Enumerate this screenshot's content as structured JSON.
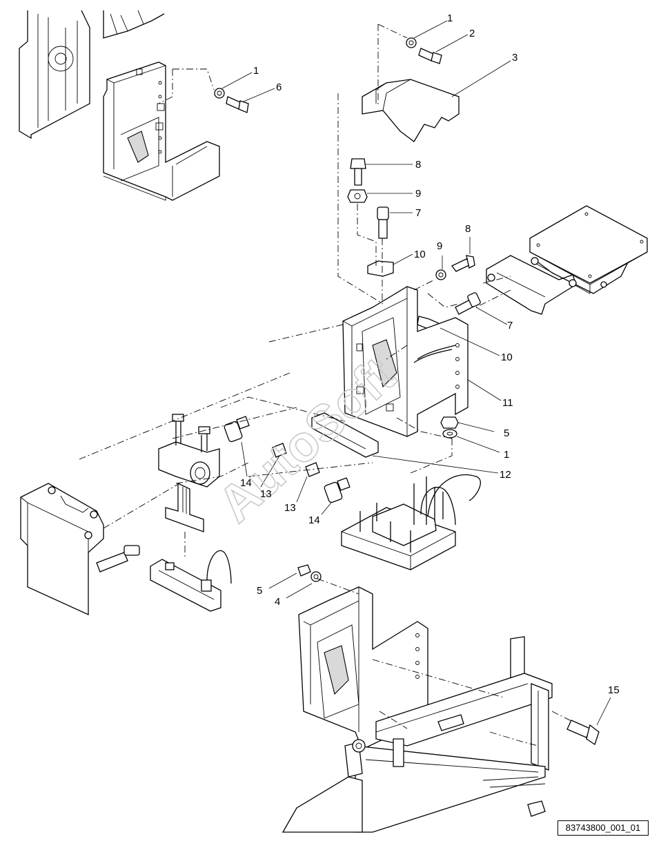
{
  "watermark": "AutoSoft",
  "reference_code": "83743800_001_01",
  "callouts": [
    {
      "id": "callout-1a",
      "text": "1"
    },
    {
      "id": "callout-2",
      "text": "2"
    },
    {
      "id": "callout-3",
      "text": "3"
    },
    {
      "id": "callout-1b",
      "text": "1"
    },
    {
      "id": "callout-6",
      "text": "6"
    },
    {
      "id": "callout-8a",
      "text": "8"
    },
    {
      "id": "callout-9a",
      "text": "9"
    },
    {
      "id": "callout-7a",
      "text": "7"
    },
    {
      "id": "callout-10a",
      "text": "10"
    },
    {
      "id": "callout-9b",
      "text": "9"
    },
    {
      "id": "callout-8b",
      "text": "8"
    },
    {
      "id": "callout-7b",
      "text": "7"
    },
    {
      "id": "callout-10b",
      "text": "10"
    },
    {
      "id": "callout-11",
      "text": "11"
    },
    {
      "id": "callout-5a",
      "text": "5"
    },
    {
      "id": "callout-1c",
      "text": "1"
    },
    {
      "id": "callout-12",
      "text": "12"
    },
    {
      "id": "callout-14a",
      "text": "14"
    },
    {
      "id": "callout-13a",
      "text": "13"
    },
    {
      "id": "callout-13b",
      "text": "13"
    },
    {
      "id": "callout-14b",
      "text": "14"
    },
    {
      "id": "callout-5b",
      "text": "5"
    },
    {
      "id": "callout-4",
      "text": "4"
    },
    {
      "id": "callout-15",
      "text": "15"
    }
  ]
}
